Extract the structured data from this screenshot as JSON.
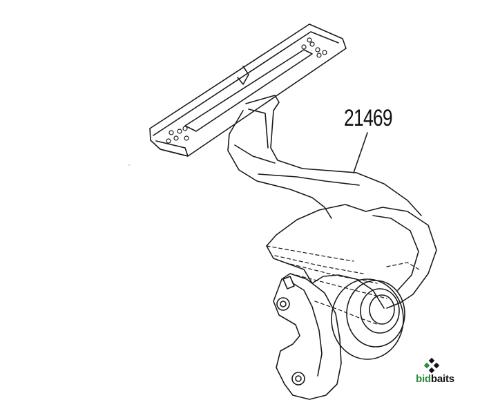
{
  "diagram": {
    "part_number": "21469"
  },
  "brand": {
    "logo_bid": "bid",
    "logo_baits": "baits",
    "accent_color": "#2e8b3a"
  }
}
